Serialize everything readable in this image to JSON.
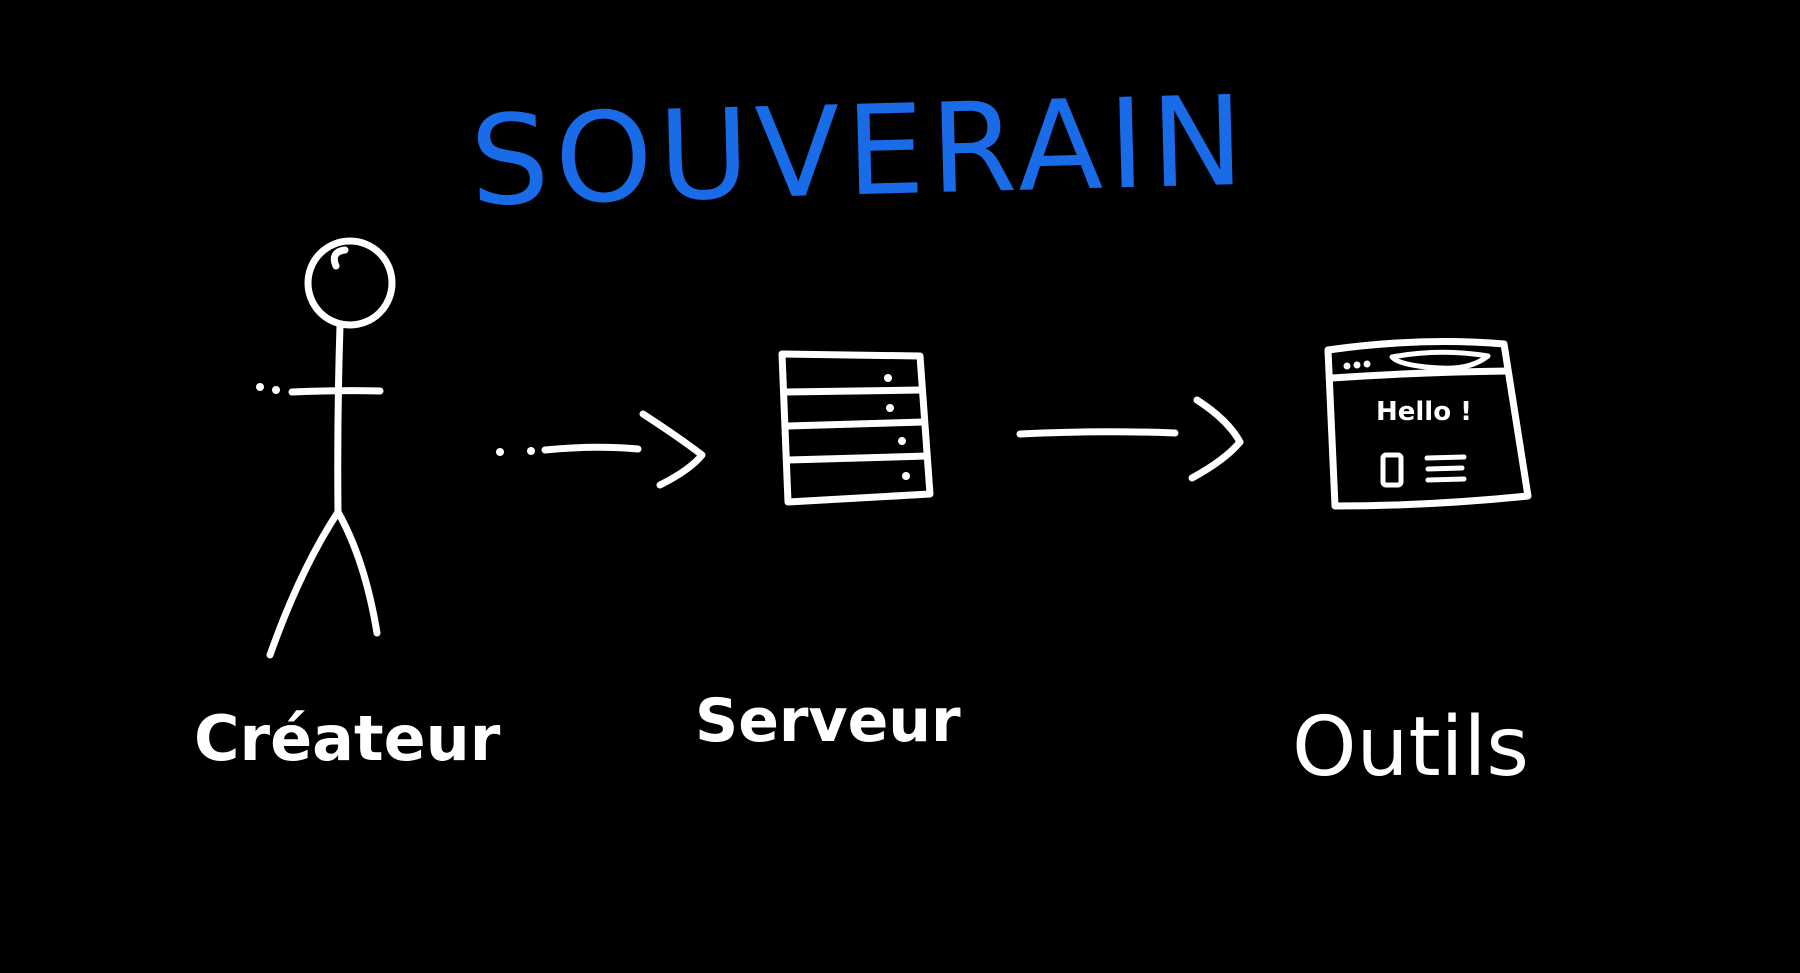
{
  "diagram": {
    "title": "SOUVERAIN",
    "nodes": [
      {
        "id": "creator",
        "label": "Créateur",
        "icon": "stick-figure-icon"
      },
      {
        "id": "server",
        "label": "Serveur",
        "icon": "server-icon"
      },
      {
        "id": "tools",
        "label": "Outils",
        "icon": "browser-window-icon"
      }
    ],
    "edges": [
      {
        "from": "creator",
        "to": "server",
        "style": "dashed-start arrow"
      },
      {
        "from": "server",
        "to": "tools",
        "style": "arrow"
      }
    ],
    "browser_text": "Hello !",
    "colors": {
      "background": "#000000",
      "title": "#1a6be8",
      "strokes": "#ffffff"
    }
  }
}
